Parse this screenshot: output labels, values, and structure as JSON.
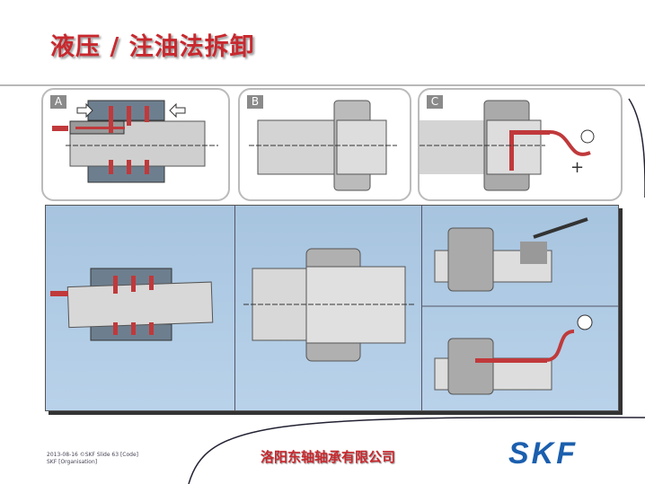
{
  "title": "液压 / 注油法拆卸",
  "panels": [
    {
      "label": "A"
    },
    {
      "label": "B"
    },
    {
      "label": "C"
    }
  ],
  "footer": {
    "line1": "2013-08-16  ©SKF  Slide 63  [Code]",
    "line2": "SKF [Organisation]",
    "company": "洛阳东轴轴承有限公司",
    "logo": "SKF"
  },
  "colors": {
    "title": "#c8282e",
    "oil": "#c0393b",
    "logo": "#1b5fae",
    "panel_bg": "#a7c4df"
  }
}
